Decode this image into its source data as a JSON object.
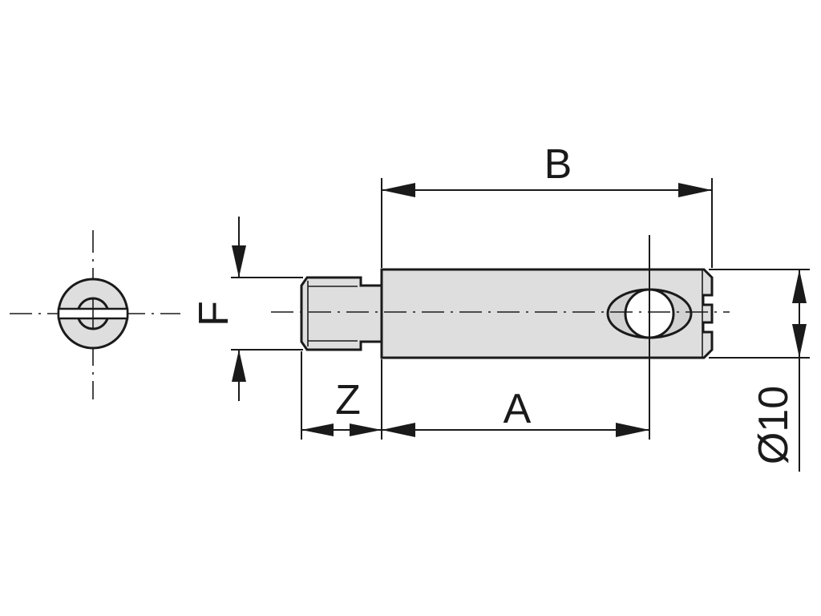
{
  "diagram": {
    "labels": {
      "b": "B",
      "a": "A",
      "z": "Z",
      "f": "F",
      "diameter": "Ø10"
    }
  }
}
